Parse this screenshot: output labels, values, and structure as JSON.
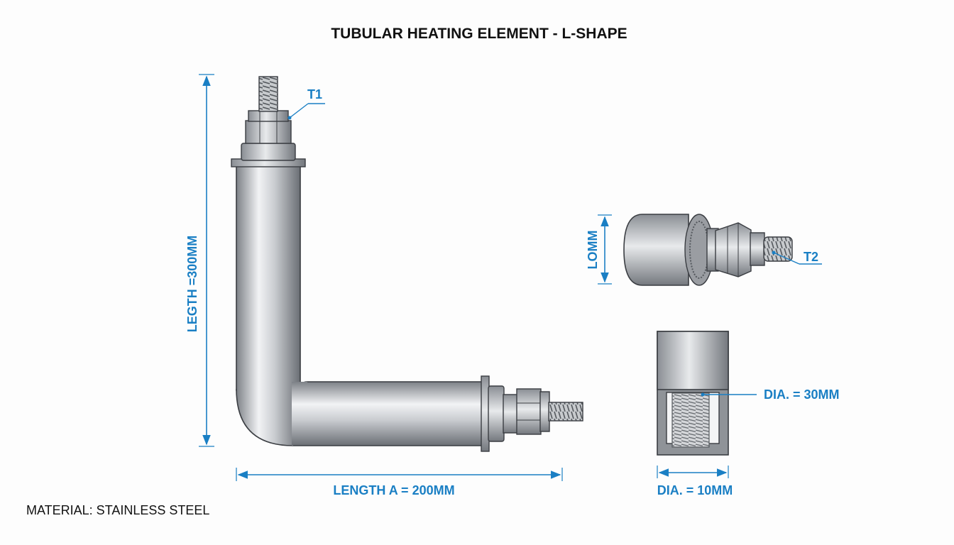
{
  "title": "TUBULAR HEATING ELEMENT - L-SHAPE",
  "labels": {
    "t1": "T1",
    "t2": "T2",
    "length_vertical": "LEGTH =300MM",
    "length_a": "LENGTH A = 200MM",
    "side_height": "LOMM",
    "dia_outer": "DIA. = 30MM",
    "dia_inner": "DIA. = 10MM"
  },
  "material": "MATERIAL: STAINLESS STEEL",
  "colors": {
    "dimension": "#1a7fc4",
    "steel_dark": "#6f7379",
    "steel_light": "#eef0f2",
    "outline": "#3a3d42"
  }
}
